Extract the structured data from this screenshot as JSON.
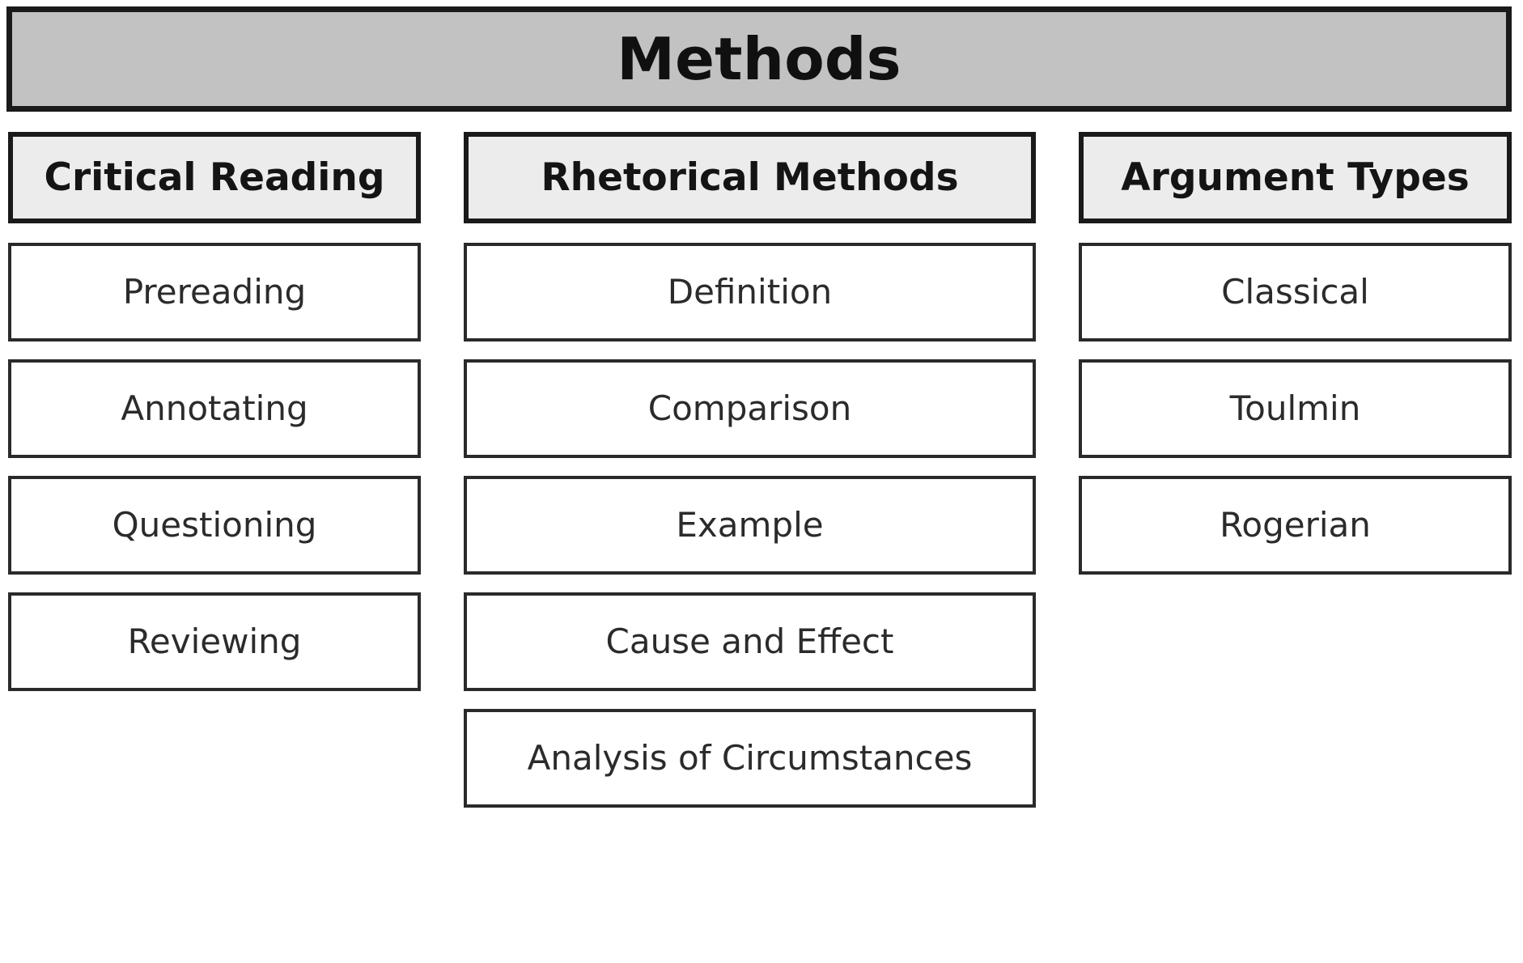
{
  "diagram": {
    "title": "Methods",
    "title_style": {
      "fill": "#c2c2c2",
      "border": "#1a1a1a"
    },
    "header_style": {
      "fill": "#ececec",
      "border": "#1a1a1a"
    },
    "item_style": {
      "fill": "#ffffff",
      "border": "#2a2a2a"
    },
    "columns": [
      {
        "header": "Critical Reading",
        "items": [
          {
            "label": "Prereading"
          },
          {
            "label": "Annotating"
          },
          {
            "label": "Questioning"
          },
          {
            "label": "Reviewing"
          }
        ]
      },
      {
        "header": "Rhetorical Methods",
        "items": [
          {
            "label": "Definition"
          },
          {
            "label": "Comparison"
          },
          {
            "label": "Example"
          },
          {
            "label": "Cause and Effect"
          },
          {
            "label": "Analysis of Circumstances"
          }
        ]
      },
      {
        "header": "Argument Types",
        "items": [
          {
            "label": "Classical"
          },
          {
            "label": "Toulmin"
          },
          {
            "label": "Rogerian"
          }
        ]
      }
    ]
  }
}
